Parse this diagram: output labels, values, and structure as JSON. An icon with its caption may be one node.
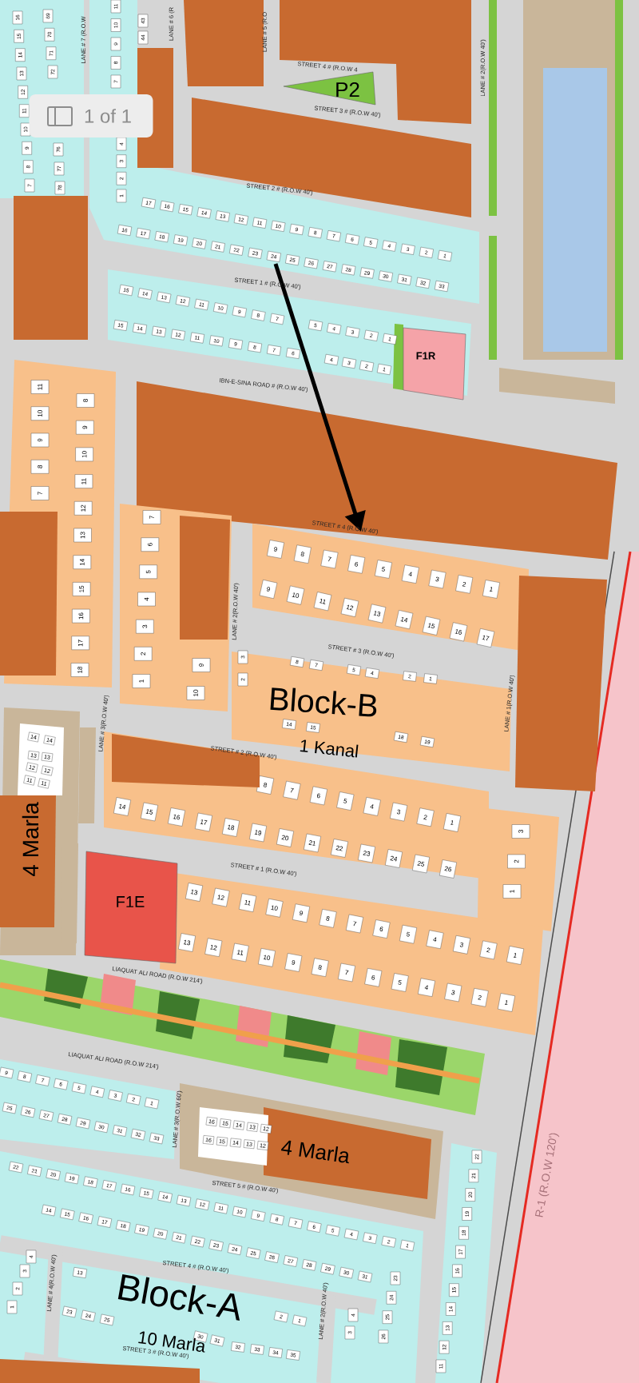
{
  "diagram": {
    "nodes": [
      {
        "text": [
          "P2"
        ]
      },
      {
        "text": [
          "F1R"
        ]
      },
      {
        "text": [
          "F1E"
        ]
      },
      {
        "text": [
          "17"
        ]
      },
      {
        "text": [
          "16"
        ]
      },
      {
        "text": [
          "15"
        ]
      },
      {
        "text": [
          "14"
        ]
      },
      {
        "text": [
          "13"
        ]
      },
      {
        "text": [
          "12"
        ]
      },
      {
        "text": [
          "11"
        ]
      },
      {
        "text": [
          "10"
        ]
      },
      {
        "text": [
          "9"
        ]
      },
      {
        "text": [
          "8"
        ]
      },
      {
        "text": [
          "7"
        ]
      },
      {
        "text": [
          "6"
        ]
      },
      {
        "text": [
          "5"
        ]
      },
      {
        "text": [
          "4"
        ]
      },
      {
        "text": [
          "3"
        ]
      },
      {
        "text": [
          "2"
        ]
      },
      {
        "text": [
          "1"
        ]
      },
      {
        "text": [
          "16"
        ]
      },
      {
        "text": [
          "17"
        ]
      },
      {
        "text": [
          "18"
        ]
      },
      {
        "text": [
          "19"
        ]
      },
      {
        "text": [
          "20"
        ]
      },
      {
        "text": [
          "21"
        ]
      },
      {
        "text": [
          "22"
        ]
      },
      {
        "text": [
          "23"
        ]
      },
      {
        "text": [
          "24"
        ]
      },
      {
        "text": [
          "25"
        ]
      },
      {
        "text": [
          "26"
        ]
      },
      {
        "text": [
          "27"
        ]
      },
      {
        "text": [
          "28"
        ]
      },
      {
        "text": [
          "29"
        ]
      },
      {
        "text": [
          "30"
        ]
      },
      {
        "text": [
          "31"
        ]
      },
      {
        "text": [
          "32"
        ]
      },
      {
        "text": [
          "33"
        ]
      },
      {
        "text": [
          "15"
        ]
      },
      {
        "text": [
          "14"
        ]
      },
      {
        "text": [
          "13"
        ]
      },
      {
        "text": [
          "12"
        ]
      },
      {
        "text": [
          "11"
        ]
      },
      {
        "text": [
          "10"
        ]
      },
      {
        "text": [
          "9"
        ]
      },
      {
        "text": [
          "8"
        ]
      },
      {
        "text": [
          "7"
        ]
      },
      {
        "text": [
          "5"
        ]
      },
      {
        "text": [
          "4"
        ]
      },
      {
        "text": [
          "3"
        ]
      },
      {
        "text": [
          "2"
        ]
      },
      {
        "text": [
          "1"
        ]
      },
      {
        "text": [
          "15"
        ]
      },
      {
        "text": [
          "14"
        ]
      },
      {
        "text": [
          "13"
        ]
      },
      {
        "text": [
          "12"
        ]
      },
      {
        "text": [
          "11"
        ]
      },
      {
        "text": [
          "10"
        ]
      },
      {
        "text": [
          "9"
        ]
      },
      {
        "text": [
          "8"
        ]
      },
      {
        "text": [
          "7"
        ]
      },
      {
        "text": [
          "6"
        ]
      },
      {
        "text": [
          "4"
        ]
      },
      {
        "text": [
          "3"
        ]
      },
      {
        "text": [
          "2"
        ]
      },
      {
        "text": [
          "1"
        ]
      },
      {
        "text": [
          "16"
        ]
      },
      {
        "text": [
          "15"
        ]
      },
      {
        "text": [
          "14"
        ]
      },
      {
        "text": [
          "13"
        ]
      },
      {
        "text": [
          "12"
        ]
      },
      {
        "text": [
          "11"
        ]
      },
      {
        "text": [
          "10"
        ]
      },
      {
        "text": [
          "9"
        ]
      },
      {
        "text": [
          "8"
        ]
      },
      {
        "text": [
          "7"
        ]
      },
      {
        "text": [
          "69"
        ]
      },
      {
        "text": [
          "70"
        ]
      },
      {
        "text": [
          "71"
        ]
      },
      {
        "text": [
          "72"
        ]
      },
      {
        "text": [
          "76"
        ]
      },
      {
        "text": [
          "77"
        ]
      },
      {
        "text": [
          "78"
        ]
      },
      {
        "text": [
          "11"
        ]
      },
      {
        "text": [
          "10"
        ]
      },
      {
        "text": [
          "9"
        ]
      },
      {
        "text": [
          "8"
        ]
      },
      {
        "text": [
          "7"
        ]
      },
      {
        "text": [
          "4"
        ]
      },
      {
        "text": [
          "3"
        ]
      },
      {
        "text": [
          "2"
        ]
      },
      {
        "text": [
          "1"
        ]
      },
      {
        "text": [
          "43"
        ]
      },
      {
        "text": [
          "44"
        ]
      },
      {
        "text": [
          "11"
        ]
      },
      {
        "text": [
          "10"
        ]
      },
      {
        "text": [
          "9"
        ]
      },
      {
        "text": [
          "8"
        ]
      },
      {
        "text": [
          "7"
        ]
      },
      {
        "text": [
          "8"
        ]
      },
      {
        "text": [
          "9"
        ]
      },
      {
        "text": [
          "10"
        ]
      },
      {
        "text": [
          "11"
        ]
      },
      {
        "text": [
          "12"
        ]
      },
      {
        "text": [
          "13"
        ]
      },
      {
        "text": [
          "14"
        ]
      },
      {
        "text": [
          "15"
        ]
      },
      {
        "text": [
          "16"
        ]
      },
      {
        "text": [
          "17"
        ]
      },
      {
        "text": [
          "18"
        ]
      },
      {
        "text": [
          "7"
        ]
      },
      {
        "text": [
          "6"
        ]
      },
      {
        "text": [
          "5"
        ]
      },
      {
        "text": [
          "4"
        ]
      },
      {
        "text": [
          "3"
        ]
      },
      {
        "text": [
          "2"
        ]
      },
      {
        "text": [
          "1"
        ]
      },
      {
        "text": [
          "9"
        ]
      },
      {
        "text": [
          "10"
        ]
      },
      {
        "text": [
          "9"
        ]
      },
      {
        "text": [
          "8"
        ]
      },
      {
        "text": [
          "7"
        ]
      },
      {
        "text": [
          "6"
        ]
      },
      {
        "text": [
          "5"
        ]
      },
      {
        "text": [
          "4"
        ]
      },
      {
        "text": [
          "3"
        ]
      },
      {
        "text": [
          "2"
        ]
      },
      {
        "text": [
          "1"
        ]
      },
      {
        "text": [
          "9"
        ]
      },
      {
        "text": [
          "10"
        ]
      },
      {
        "text": [
          "11"
        ]
      },
      {
        "text": [
          "12"
        ]
      },
      {
        "text": [
          "13"
        ]
      },
      {
        "text": [
          "14"
        ]
      },
      {
        "text": [
          "15"
        ]
      },
      {
        "text": [
          "16"
        ]
      },
      {
        "text": [
          "17"
        ]
      },
      {
        "text": [
          "3"
        ]
      },
      {
        "text": [
          "2"
        ]
      },
      {
        "text": [
          "8"
        ]
      },
      {
        "text": [
          "7"
        ]
      },
      {
        "text": [
          "5"
        ]
      },
      {
        "text": [
          "4"
        ]
      },
      {
        "text": [
          "2"
        ]
      },
      {
        "text": [
          "1"
        ]
      },
      {
        "text": [
          "14"
        ]
      },
      {
        "text": [
          "15"
        ]
      },
      {
        "text": [
          "18"
        ]
      },
      {
        "text": [
          "19"
        ]
      },
      {
        "text": [
          "8"
        ]
      },
      {
        "text": [
          "7"
        ]
      },
      {
        "text": [
          "6"
        ]
      },
      {
        "text": [
          "5"
        ]
      },
      {
        "text": [
          "4"
        ]
      },
      {
        "text": [
          "3"
        ]
      },
      {
        "text": [
          "2"
        ]
      },
      {
        "text": [
          "1"
        ]
      },
      {
        "text": [
          "14"
        ]
      },
      {
        "text": [
          "15"
        ]
      },
      {
        "text": [
          "16"
        ]
      },
      {
        "text": [
          "17"
        ]
      },
      {
        "text": [
          "18"
        ]
      },
      {
        "text": [
          "19"
        ]
      },
      {
        "text": [
          "20"
        ]
      },
      {
        "text": [
          "21"
        ]
      },
      {
        "text": [
          "22"
        ]
      },
      {
        "text": [
          "23"
        ]
      },
      {
        "text": [
          "24"
        ]
      },
      {
        "text": [
          "25"
        ]
      },
      {
        "text": [
          "26"
        ]
      },
      {
        "text": [
          "3"
        ]
      },
      {
        "text": [
          "2"
        ]
      },
      {
        "text": [
          "1"
        ]
      },
      {
        "text": [
          "13"
        ]
      },
      {
        "text": [
          "12"
        ]
      },
      {
        "text": [
          "11"
        ]
      },
      {
        "text": [
          "10"
        ]
      },
      {
        "text": [
          "9"
        ]
      },
      {
        "text": [
          "8"
        ]
      },
      {
        "text": [
          "7"
        ]
      },
      {
        "text": [
          "6"
        ]
      },
      {
        "text": [
          "5"
        ]
      },
      {
        "text": [
          "4"
        ]
      },
      {
        "text": [
          "3"
        ]
      },
      {
        "text": [
          "2"
        ]
      },
      {
        "text": [
          "1"
        ]
      },
      {
        "text": [
          "13"
        ]
      },
      {
        "text": [
          "12"
        ]
      },
      {
        "text": [
          "11"
        ]
      },
      {
        "text": [
          "10"
        ]
      },
      {
        "text": [
          "9"
        ]
      },
      {
        "text": [
          "8"
        ]
      },
      {
        "text": [
          "7"
        ]
      },
      {
        "text": [
          "6"
        ]
      },
      {
        "text": [
          "5"
        ]
      },
      {
        "text": [
          "4"
        ]
      },
      {
        "text": [
          "3"
        ]
      },
      {
        "text": [
          "2"
        ]
      },
      {
        "text": [
          "1"
        ]
      },
      {
        "text": [
          "14"
        ]
      },
      {
        "text": [
          "14"
        ]
      },
      {
        "text": [
          "13"
        ]
      },
      {
        "text": [
          "13"
        ]
      },
      {
        "text": [
          "12"
        ]
      },
      {
        "text": [
          "12"
        ]
      },
      {
        "text": [
          "11"
        ]
      },
      {
        "text": [
          "11"
        ]
      },
      {
        "text": [
          "9"
        ]
      },
      {
        "text": [
          "8"
        ]
      },
      {
        "text": [
          "7"
        ]
      },
      {
        "text": [
          "6"
        ]
      },
      {
        "text": [
          "5"
        ]
      },
      {
        "text": [
          "4"
        ]
      },
      {
        "text": [
          "3"
        ]
      },
      {
        "text": [
          "2"
        ]
      },
      {
        "text": [
          "1"
        ]
      },
      {
        "text": [
          "25"
        ]
      },
      {
        "text": [
          "26"
        ]
      },
      {
        "text": [
          "27"
        ]
      },
      {
        "text": [
          "28"
        ]
      },
      {
        "text": [
          "29"
        ]
      },
      {
        "text": [
          "30"
        ]
      },
      {
        "text": [
          "31"
        ]
      },
      {
        "text": [
          "32"
        ]
      },
      {
        "text": [
          "33"
        ]
      },
      {
        "text": [
          "16"
        ]
      },
      {
        "text": [
          "15"
        ]
      },
      {
        "text": [
          "14"
        ]
      },
      {
        "text": [
          "13"
        ]
      },
      {
        "text": [
          "12"
        ]
      },
      {
        "text": [
          "16"
        ]
      },
      {
        "text": [
          "15"
        ]
      },
      {
        "text": [
          "14"
        ]
      },
      {
        "text": [
          "13"
        ]
      },
      {
        "text": [
          "12"
        ]
      },
      {
        "text": [
          "22"
        ]
      },
      {
        "text": [
          "21"
        ]
      },
      {
        "text": [
          "20"
        ]
      },
      {
        "text": [
          "19"
        ]
      },
      {
        "text": [
          "18"
        ]
      },
      {
        "text": [
          "17"
        ]
      },
      {
        "text": [
          "16"
        ]
      },
      {
        "text": [
          "15"
        ]
      },
      {
        "text": [
          "14"
        ]
      },
      {
        "text": [
          "13"
        ]
      },
      {
        "text": [
          "12"
        ]
      },
      {
        "text": [
          "11"
        ]
      },
      {
        "text": [
          "10"
        ]
      },
      {
        "text": [
          "9"
        ]
      },
      {
        "text": [
          "8"
        ]
      },
      {
        "text": [
          "7"
        ]
      },
      {
        "text": [
          "6"
        ]
      },
      {
        "text": [
          "5"
        ]
      },
      {
        "text": [
          "4"
        ]
      },
      {
        "text": [
          "3"
        ]
      },
      {
        "text": [
          "2"
        ]
      },
      {
        "text": [
          "1"
        ]
      },
      {
        "text": [
          "14"
        ]
      },
      {
        "text": [
          "15"
        ]
      },
      {
        "text": [
          "16"
        ]
      },
      {
        "text": [
          "17"
        ]
      },
      {
        "text": [
          "18"
        ]
      },
      {
        "text": [
          "19"
        ]
      },
      {
        "text": [
          "20"
        ]
      },
      {
        "text": [
          "21"
        ]
      },
      {
        "text": [
          "22"
        ]
      },
      {
        "text": [
          "23"
        ]
      },
      {
        "text": [
          "24"
        ]
      },
      {
        "text": [
          "25"
        ]
      },
      {
        "text": [
          "26"
        ]
      },
      {
        "text": [
          "27"
        ]
      },
      {
        "text": [
          "28"
        ]
      },
      {
        "text": [
          "29"
        ]
      },
      {
        "text": [
          "30"
        ]
      },
      {
        "text": [
          "31"
        ]
      },
      {
        "text": [
          "22"
        ]
      },
      {
        "text": [
          "21"
        ]
      },
      {
        "text": [
          "20"
        ]
      },
      {
        "text": [
          "19"
        ]
      },
      {
        "text": [
          "18"
        ]
      },
      {
        "text": [
          "17"
        ]
      },
      {
        "text": [
          "16"
        ]
      },
      {
        "text": [
          "15"
        ]
      },
      {
        "text": [
          "14"
        ]
      },
      {
        "text": [
          "13"
        ]
      },
      {
        "text": [
          "12"
        ]
      },
      {
        "text": [
          "11"
        ]
      },
      {
        "text": [
          "13"
        ]
      },
      {
        "text": [
          "4"
        ]
      },
      {
        "text": [
          "3"
        ]
      },
      {
        "text": [
          "2"
        ]
      },
      {
        "text": [
          "1"
        ]
      },
      {
        "text": [
          "23"
        ]
      },
      {
        "text": [
          "24"
        ]
      },
      {
        "text": [
          "25"
        ]
      },
      {
        "text": [
          "2"
        ]
      },
      {
        "text": [
          "1"
        ]
      },
      {
        "text": [
          "23"
        ]
      },
      {
        "text": [
          "24"
        ]
      },
      {
        "text": [
          "25"
        ]
      },
      {
        "text": [
          "26"
        ]
      },
      {
        "text": [
          "4"
        ]
      },
      {
        "text": [
          "3"
        ]
      },
      {
        "text": [
          "30"
        ]
      },
      {
        "text": [
          "31"
        ]
      },
      {
        "text": [
          "32"
        ]
      },
      {
        "text": [
          "33"
        ]
      },
      {
        "text": [
          "34"
        ]
      },
      {
        "text": [
          "35"
        ]
      },
      {
        "text": [],
        "shape": "box"
      },
      {
        "text": [],
        "shape": "box"
      },
      {
        "text": [],
        "shape": "box"
      },
      {
        "text": [],
        "shape": "box"
      }
    ],
    "labels": [
      "1 of 1",
      "LANE # 7 (R.O.W",
      "LANE # 6 (R",
      "LANE # 5 (R.O",
      "STREET 4 # (R.O.W 4",
      "STREET 3 # (R.O.W 40')",
      "LANE # 2(R.O.W 40')",
      "STREET 2 # (R.O.W 40')",
      "STREET 1 # (R.O.W 40')",
      "IBN-E-SINA ROAD # (R.O.W 40')",
      "STREET # 4 (R.O.W 40')",
      "LANE # 2(R.O.W 40')",
      "STREET # 3 (R.O.W 40')",
      "LANE # 3(R.O.W 40')",
      "Block-B",
      "LANE # 1(R.O.W 40')",
      "STREET # 2 (R.O.W 40')",
      "1 Kanal",
      "4 Marla",
      "STREET # 1 (R.O.W 40')",
      "LIAQUAT ALI ROAD (R.O.W 214')",
      "LIAQUAT ALI ROAD (R.O.W 214')",
      "LANE # 3(R.O.W 60')",
      "4 Marla",
      "STREET 5 # (R.O.W 40')",
      "R-1 (R.O.W 120')",
      "LANE # 4(R.O.W 40')",
      "STREET 4 # (R.O.W 40')",
      "Block-A",
      "LANE # 2(R.O.W 40')",
      "10 Marla",
      "STREET 3 # (R.O.W 40')"
    ]
  }
}
